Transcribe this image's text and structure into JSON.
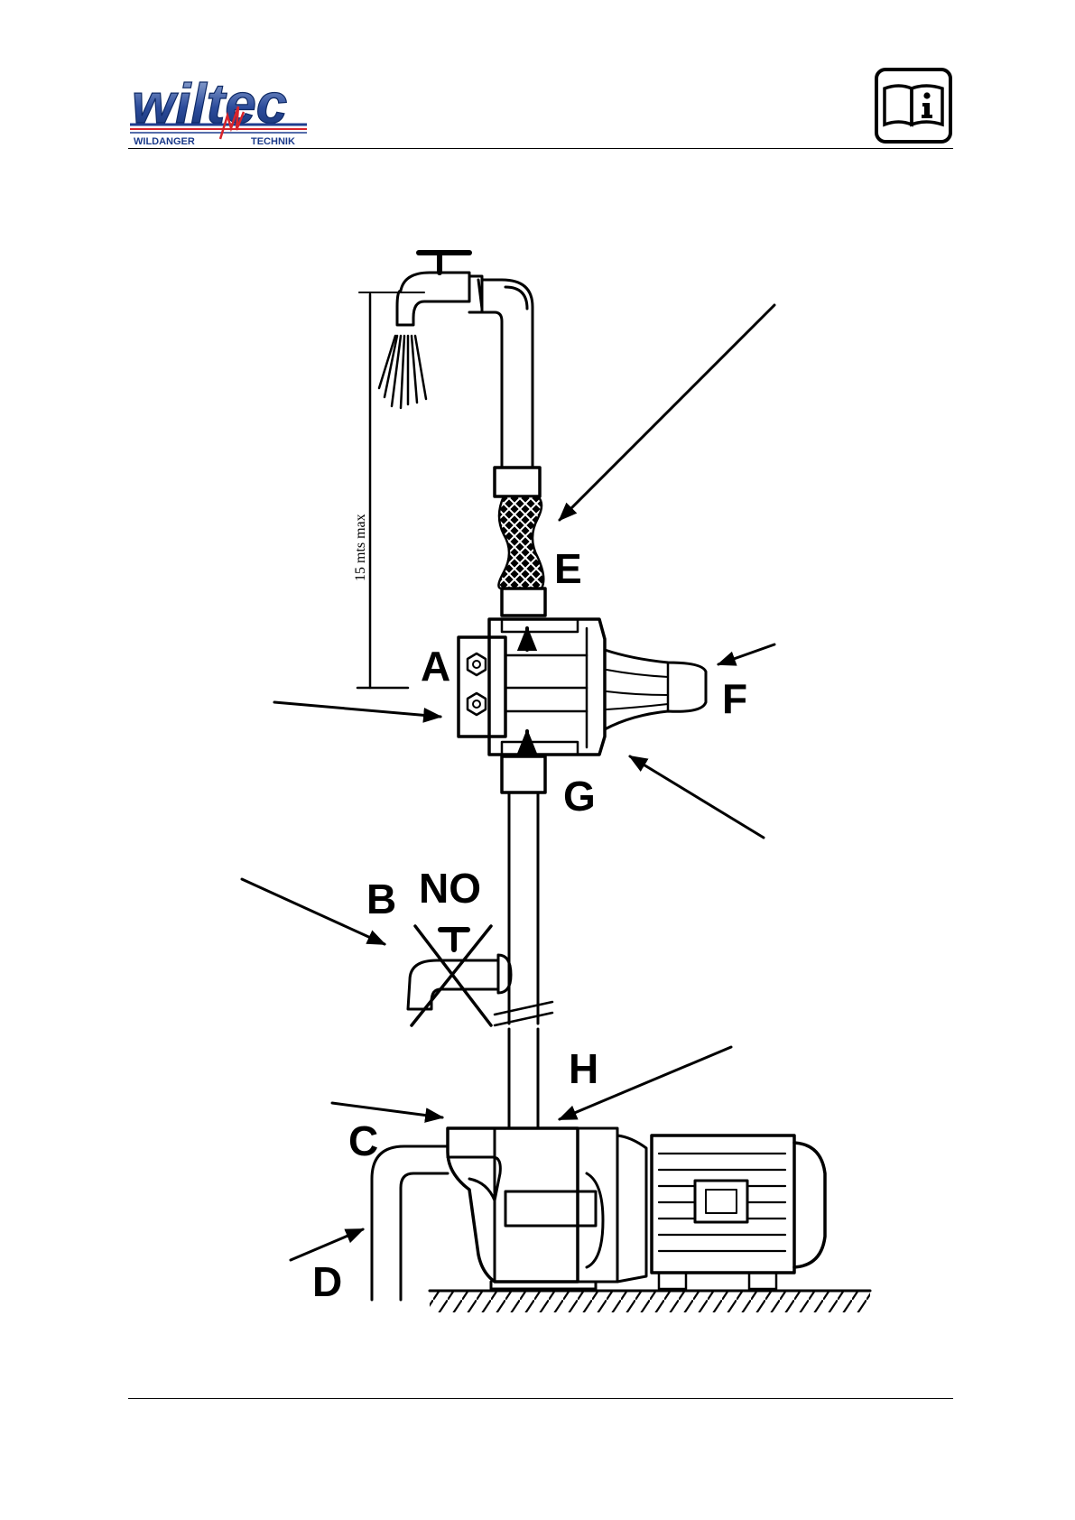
{
  "header": {
    "logo": {
      "wordmark": "wiltec",
      "left_caption": "WILDANGER",
      "right_caption": "TECHNIK",
      "colors": {
        "primary": "#1f3d8f",
        "accent": "#d8232a"
      }
    },
    "info_icon": "manual-info-icon"
  },
  "diagram": {
    "height_label": "15 mts max",
    "labels": {
      "A": "A",
      "B": "B",
      "no": "NO",
      "C": "C",
      "D": "D",
      "E": "E",
      "F": "F",
      "G": "G",
      "H": "H"
    }
  }
}
